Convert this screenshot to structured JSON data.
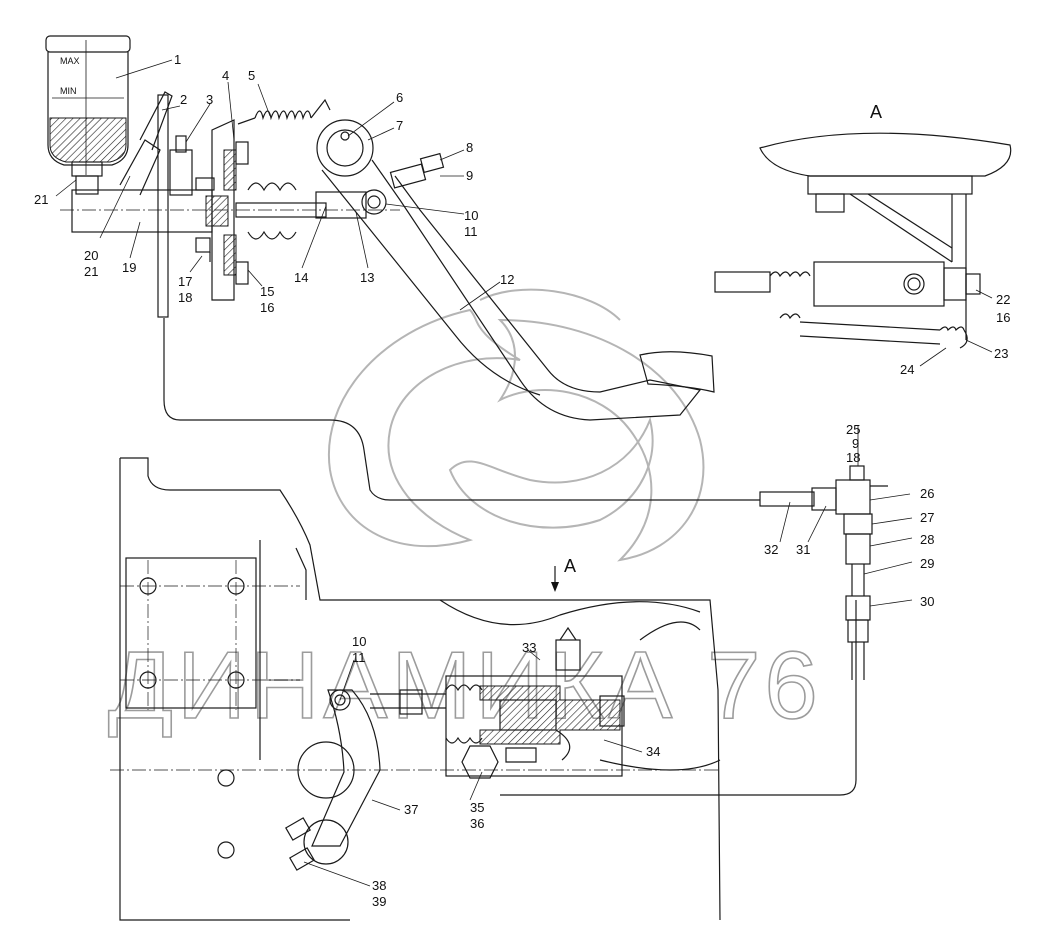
{
  "reservoir": {
    "max_label": "MAX",
    "min_label": "MIN"
  },
  "view_label": "A",
  "view_arrow_label": "A",
  "watermark": "ДИНАМИКА 76",
  "callouts": [
    {
      "id": "c1",
      "text": "1"
    },
    {
      "id": "c2",
      "text": "2"
    },
    {
      "id": "c3",
      "text": "3"
    },
    {
      "id": "c4",
      "text": "4"
    },
    {
      "id": "c5",
      "text": "5"
    },
    {
      "id": "c6",
      "text": "6"
    },
    {
      "id": "c7",
      "text": "7"
    },
    {
      "id": "c8",
      "text": "8"
    },
    {
      "id": "c9",
      "text": "9"
    },
    {
      "id": "c10",
      "text": "10"
    },
    {
      "id": "c11",
      "text": "11"
    },
    {
      "id": "c12",
      "text": "12"
    },
    {
      "id": "c13",
      "text": "13"
    },
    {
      "id": "c14",
      "text": "14"
    },
    {
      "id": "c15",
      "text": "15"
    },
    {
      "id": "c16",
      "text": "16"
    },
    {
      "id": "c17",
      "text": "17"
    },
    {
      "id": "c18",
      "text": "18"
    },
    {
      "id": "c19",
      "text": "19"
    },
    {
      "id": "c20",
      "text": "20"
    },
    {
      "id": "c21a",
      "text": "21"
    },
    {
      "id": "c21b",
      "text": "21"
    },
    {
      "id": "c22",
      "text": "22"
    },
    {
      "id": "c16b",
      "text": "16"
    },
    {
      "id": "c23",
      "text": "23"
    },
    {
      "id": "c24",
      "text": "24"
    },
    {
      "id": "c25",
      "text": "25"
    },
    {
      "id": "c9b",
      "text": "9"
    },
    {
      "id": "c18b",
      "text": "18"
    },
    {
      "id": "c26",
      "text": "26"
    },
    {
      "id": "c27",
      "text": "27"
    },
    {
      "id": "c28",
      "text": "28"
    },
    {
      "id": "c29",
      "text": "29"
    },
    {
      "id": "c30",
      "text": "30"
    },
    {
      "id": "c31",
      "text": "31"
    },
    {
      "id": "c32",
      "text": "32"
    },
    {
      "id": "c33",
      "text": "33"
    },
    {
      "id": "c34",
      "text": "34"
    },
    {
      "id": "c35",
      "text": "35"
    },
    {
      "id": "c36",
      "text": "36"
    },
    {
      "id": "c37",
      "text": "37"
    },
    {
      "id": "c38",
      "text": "38"
    },
    {
      "id": "c39",
      "text": "39"
    },
    {
      "id": "c10b",
      "text": "10"
    },
    {
      "id": "c11b",
      "text": "11"
    }
  ]
}
